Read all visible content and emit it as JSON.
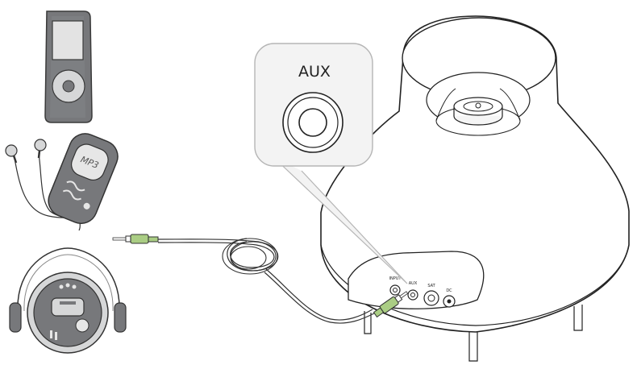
{
  "callout": {
    "label": "AUX"
  },
  "devices": {
    "mp3_player": {
      "label": "MP3"
    }
  },
  "ports": {
    "input": "INPUT",
    "aux": "AUX",
    "sat": "SAT",
    "dc": "DC"
  },
  "colors": {
    "line": "#222222",
    "device_gray": "#77787b",
    "device_light": "#d6d7d8",
    "jack_green": "#aacd84",
    "callout_fill": "#f3f3f3",
    "callout_border": "#b5b5b5"
  }
}
